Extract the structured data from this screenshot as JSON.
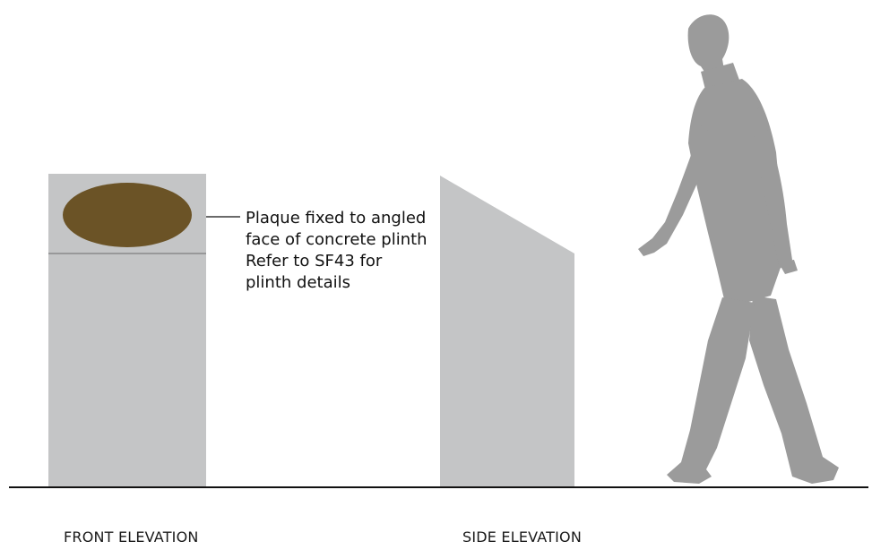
{
  "annotation": {
    "lines": [
      "Plaque fixed to angled",
      "face of concrete plinth",
      "Refer to SF43 for",
      "plinth details"
    ]
  },
  "captions": {
    "front": "FRONT ELEVATION",
    "side": "SIDE ELEVATION"
  },
  "colors": {
    "plinth": "#c4c5c6",
    "plaque": "#6b5326",
    "figure": "#9b9b9b",
    "ground": "#111111",
    "divider": "#8a8a8a"
  }
}
